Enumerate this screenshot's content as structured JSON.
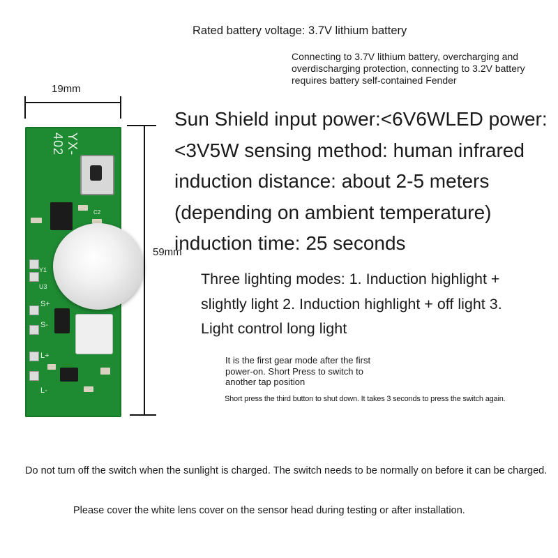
{
  "texts": {
    "rated_voltage": "Rated battery voltage: 3.7V lithium battery",
    "protection": "Connecting to 3.7V lithium battery, overcharging and overdischarging protection, connecting to 3.2V battery requires battery self-contained Fender",
    "specs": "Sun Shield input power:<6V6WLED power:<3V5W sensing method: human infrared induction distance: about 2-5 meters (depending on ambient temperature) induction time: 25 seconds",
    "modes": "Three lighting modes: 1. Induction highlight + slightly light 2. Induction highlight + off light 3. Light control long light",
    "first_gear": "It is the first gear mode after the first power-on. Short Press to switch to another tap position",
    "shutdown": "Short press the third button to shut down. It takes 3 seconds to press the switch again.",
    "charge_note": "Do not turn off the switch when the sunlight is charged. The switch needs to be normally on before it can be charged.",
    "cover_note": "Please cover the white lens cover on the sensor head during testing or after installation."
  },
  "dimensions": {
    "width": "19mm",
    "height": "59mm"
  },
  "board": {
    "model": "YX-402",
    "silk_labels": [
      "S+",
      "S-",
      "L+",
      "L-",
      "C2",
      "U3",
      "Y1"
    ]
  },
  "colors": {
    "pcb_green": "#1e8a32",
    "text": "#1a1a1a"
  }
}
